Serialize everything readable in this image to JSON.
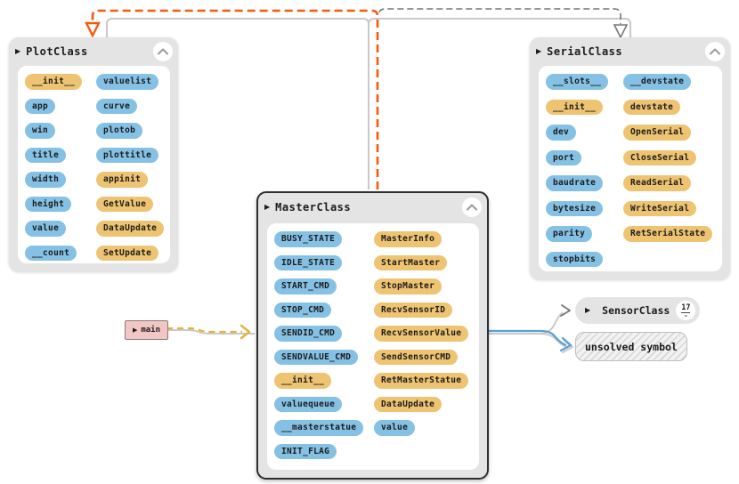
{
  "colors": {
    "chip_attr": "#85c1e4",
    "chip_method": "#eec472",
    "box_bg": "#e4e4e4",
    "box_body": "#ffffff",
    "master_border": "#2f2f2f",
    "main_bg": "#f2c6c4",
    "main_border": "#8a7a7a",
    "edge_orange": "#f25b0e",
    "edge_mustard": "#e2b33c",
    "edge_blue": "#5a9fd4",
    "edge_gray_dashed": "#767676",
    "edge_gray": "#c9c9c9",
    "hatch_bg": "#f2f2f2",
    "hatch_stripe": "#d6d6d6",
    "text": "#1b1b1b"
  },
  "classes": [
    {
      "title": "PlotClass",
      "expander_icon": "▶",
      "members_left": [
        {
          "label": "__init__",
          "kind": "method"
        },
        {
          "label": "app",
          "kind": "attribute"
        },
        {
          "label": "win",
          "kind": "attribute"
        },
        {
          "label": "title",
          "kind": "attribute"
        },
        {
          "label": "width",
          "kind": "attribute"
        },
        {
          "label": "height",
          "kind": "attribute"
        },
        {
          "label": "value",
          "kind": "attribute"
        },
        {
          "label": "__count",
          "kind": "attribute"
        }
      ],
      "members_right": [
        {
          "label": "valuelist",
          "kind": "attribute"
        },
        {
          "label": "curve",
          "kind": "attribute"
        },
        {
          "label": "plotob",
          "kind": "attribute"
        },
        {
          "label": "plottitle",
          "kind": "attribute"
        },
        {
          "label": "appinit",
          "kind": "method"
        },
        {
          "label": "GetValue",
          "kind": "method"
        },
        {
          "label": "DataUpdate",
          "kind": "method"
        },
        {
          "label": "SetUpdate",
          "kind": "method"
        }
      ]
    },
    {
      "title": "SerialClass",
      "expander_icon": "▶",
      "members_left": [
        {
          "label": "__slots__",
          "kind": "attribute"
        },
        {
          "label": "__init__",
          "kind": "method"
        },
        {
          "label": "dev",
          "kind": "attribute"
        },
        {
          "label": "port",
          "kind": "attribute"
        },
        {
          "label": "baudrate",
          "kind": "attribute"
        },
        {
          "label": "bytesize",
          "kind": "attribute"
        },
        {
          "label": "parity",
          "kind": "attribute"
        },
        {
          "label": "stopbits",
          "kind": "attribute"
        }
      ],
      "members_right": [
        {
          "label": "__devstate",
          "kind": "attribute"
        },
        {
          "label": "devstate",
          "kind": "method"
        },
        {
          "label": "OpenSerial",
          "kind": "method"
        },
        {
          "label": "CloseSerial",
          "kind": "method"
        },
        {
          "label": "ReadSerial",
          "kind": "method"
        },
        {
          "label": "WriteSerial",
          "kind": "method"
        },
        {
          "label": "RetSerialState",
          "kind": "method"
        }
      ]
    },
    {
      "title": "MasterClass",
      "expander_icon": "▶",
      "members_left": [
        {
          "label": "BUSY_STATE",
          "kind": "attribute"
        },
        {
          "label": "IDLE_STATE",
          "kind": "attribute"
        },
        {
          "label": "START_CMD",
          "kind": "attribute"
        },
        {
          "label": "STOP_CMD",
          "kind": "attribute"
        },
        {
          "label": "SENDID_CMD",
          "kind": "attribute"
        },
        {
          "label": "SENDVALUE_CMD",
          "kind": "attribute"
        },
        {
          "label": "__init__",
          "kind": "method"
        },
        {
          "label": "valuequeue",
          "kind": "attribute"
        },
        {
          "label": "__masterstatue",
          "kind": "attribute"
        },
        {
          "label": "INIT_FLAG",
          "kind": "attribute"
        }
      ],
      "members_right": [
        {
          "label": "MasterInfo",
          "kind": "method"
        },
        {
          "label": "StartMaster",
          "kind": "method"
        },
        {
          "label": "StopMaster",
          "kind": "method"
        },
        {
          "label": "RecvSensorID",
          "kind": "method"
        },
        {
          "label": "RecvSensorValue",
          "kind": "method"
        },
        {
          "label": "SendSensorCMD",
          "kind": "method"
        },
        {
          "label": "RetMasterStatue",
          "kind": "method"
        },
        {
          "label": "DataUpdate",
          "kind": "method"
        },
        {
          "label": "value",
          "kind": "attribute"
        }
      ]
    }
  ],
  "nodes": {
    "main": {
      "label": "main",
      "expander_icon": "▶"
    },
    "sensor": {
      "label": "SensorClass",
      "expander_icon": "▶",
      "badge_count": "17",
      "badge_chevron": "⌄"
    },
    "unsolved": {
      "label": "unsolved symbol"
    }
  },
  "edges": [
    {
      "from": "MasterClass",
      "to": "PlotClass",
      "style": "orange-dashed"
    },
    {
      "from": "MasterClass",
      "to": "SerialClass",
      "style": "gray-dashed"
    },
    {
      "from": "main",
      "to": "MasterClass",
      "style": "mustard-dashed"
    },
    {
      "from": "MasterClass",
      "to": "SensorClass",
      "style": "gray-solid"
    },
    {
      "from": "MasterClass",
      "to": "unsolved symbol",
      "style": "blue-solid"
    }
  ]
}
